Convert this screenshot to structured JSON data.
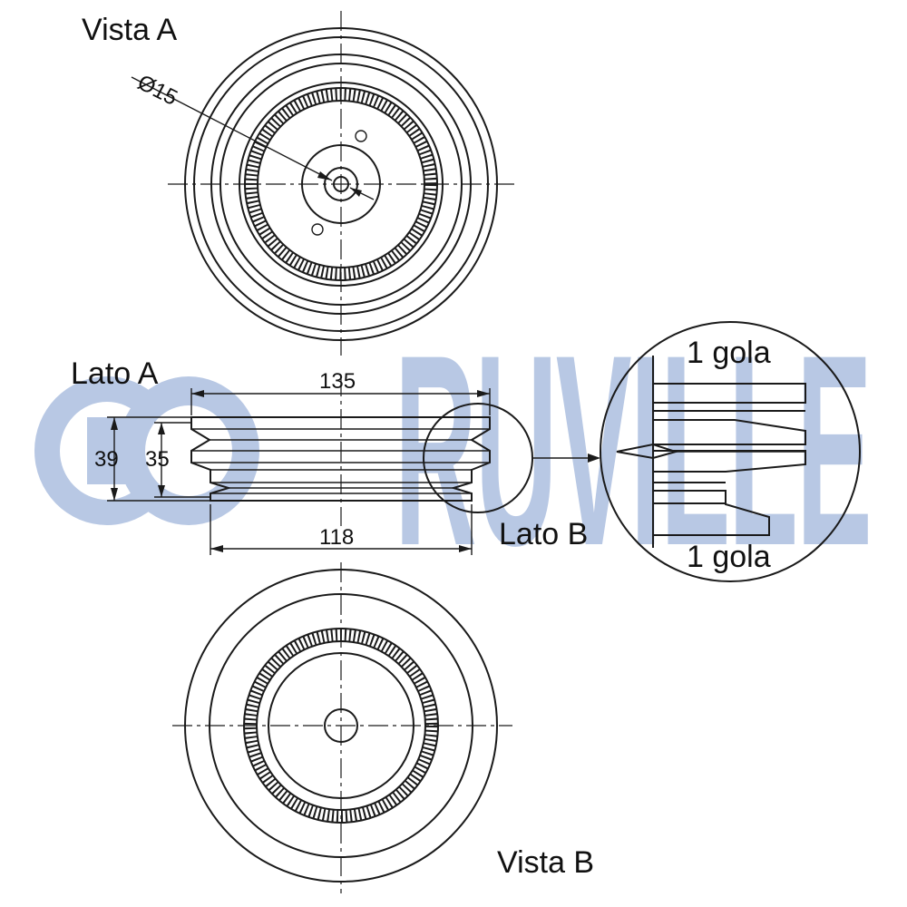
{
  "views": {
    "vista_a": "Vista A",
    "vista_b": "Vista B",
    "lato_a": "Lato A",
    "lato_b": "Lato B"
  },
  "dimensions": {
    "bore": "Ø15",
    "outer_width": "135",
    "inner_width": "118",
    "height_39": "39",
    "height_35": "35"
  },
  "detail": {
    "top_groove": "1 gola",
    "bottom_groove": "1 gola"
  },
  "watermark": {
    "text": "RUVILLE",
    "color": "#b8c8e4"
  },
  "colors": {
    "line": "#1a1a1a",
    "background": "#ffffff"
  }
}
